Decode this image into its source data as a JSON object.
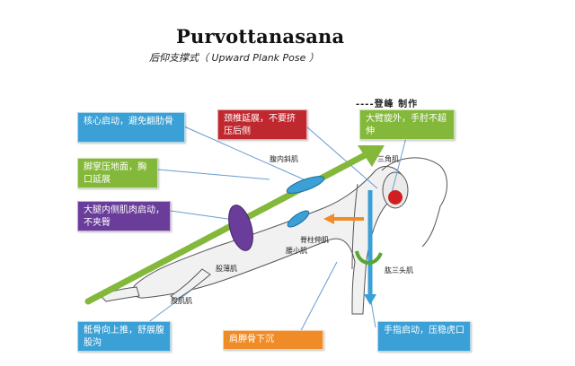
{
  "header": {
    "title": "Purvottanasana",
    "subtitle": "后仰支撑式（ Upward Plank Pose ）",
    "credit": "----登峰 制作"
  },
  "callouts": {
    "core": "核心启动，避免翻肋骨",
    "soles": "脚掌压地面，胸口延展",
    "thigh": "大腿内侧肌肉启动，不夹臀",
    "pelvis": "骶骨向上推，舒展腹股沟",
    "neck": "颈椎延展，不要挤压后侧",
    "arm": "大臂旋外，手肘不超伸",
    "scapula": "肩胛骨下沉",
    "fingers": "手指启动，压稳虎口"
  },
  "muscles": {
    "oblique": "腹内斜肌",
    "deltoid": "三角肌",
    "erector": "脊柱伸肌",
    "psoas": "腰小肌",
    "gracilis": "股薄肌",
    "vastus": "股肌肌",
    "triceps": "肱三头肌"
  },
  "colors": {
    "blue": "#3aa0d6",
    "green": "#83b83a",
    "purple": "#6a3d9a",
    "red": "#c0282f",
    "orange": "#f08c28"
  }
}
